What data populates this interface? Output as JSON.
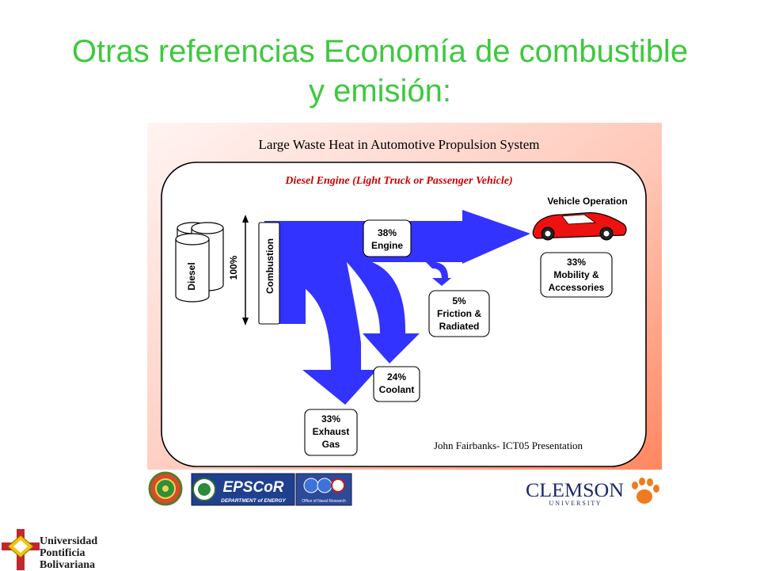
{
  "slide": {
    "title_line1": "Otras referencias Economía de combustible",
    "title_line2": "y emisión:"
  },
  "figure": {
    "title": "Large Waste Heat in Automotive Propulsion System",
    "subtitle": "Diesel Engine (Light Truck or Passenger Vehicle)",
    "fuel_label": "Diesel",
    "total_label": "100%",
    "stage_label": "Combustion",
    "vehicle_operation": "Vehicle Operation",
    "engine": {
      "pct": "38%",
      "label": "Engine"
    },
    "mobility": {
      "pct": "33%",
      "line1": "Mobility &",
      "line2": "Accessories"
    },
    "friction": {
      "pct": "5%",
      "line1": "Friction &",
      "line2": "Radiated"
    },
    "coolant": {
      "pct": "24%",
      "label": "Coolant"
    },
    "exhaust": {
      "pct": "33%",
      "line1": "Exhaust",
      "line2": "Gas"
    },
    "credit": "John Fairbanks- ICT05 Presentation"
  },
  "logos": {
    "epscor_main": "EPSCoR",
    "epscor_sub": "DEPARTMENT of ENERGY",
    "navy_sub": "Office of Naval Research",
    "clemson_main": "CLEMSON",
    "clemson_sub": "U N I V E R S I T Y",
    "upb_line1": "Universidad",
    "upb_line2": "Pontificia",
    "upb_line3": "Bolivariana"
  },
  "colors": {
    "title_green": "#3ec93e",
    "arrow_blue": "#3333ff",
    "subtitle_red": "#cc0000",
    "panel_gradient_start": "#fff4f2",
    "panel_gradient_end": "#ff7f55"
  }
}
